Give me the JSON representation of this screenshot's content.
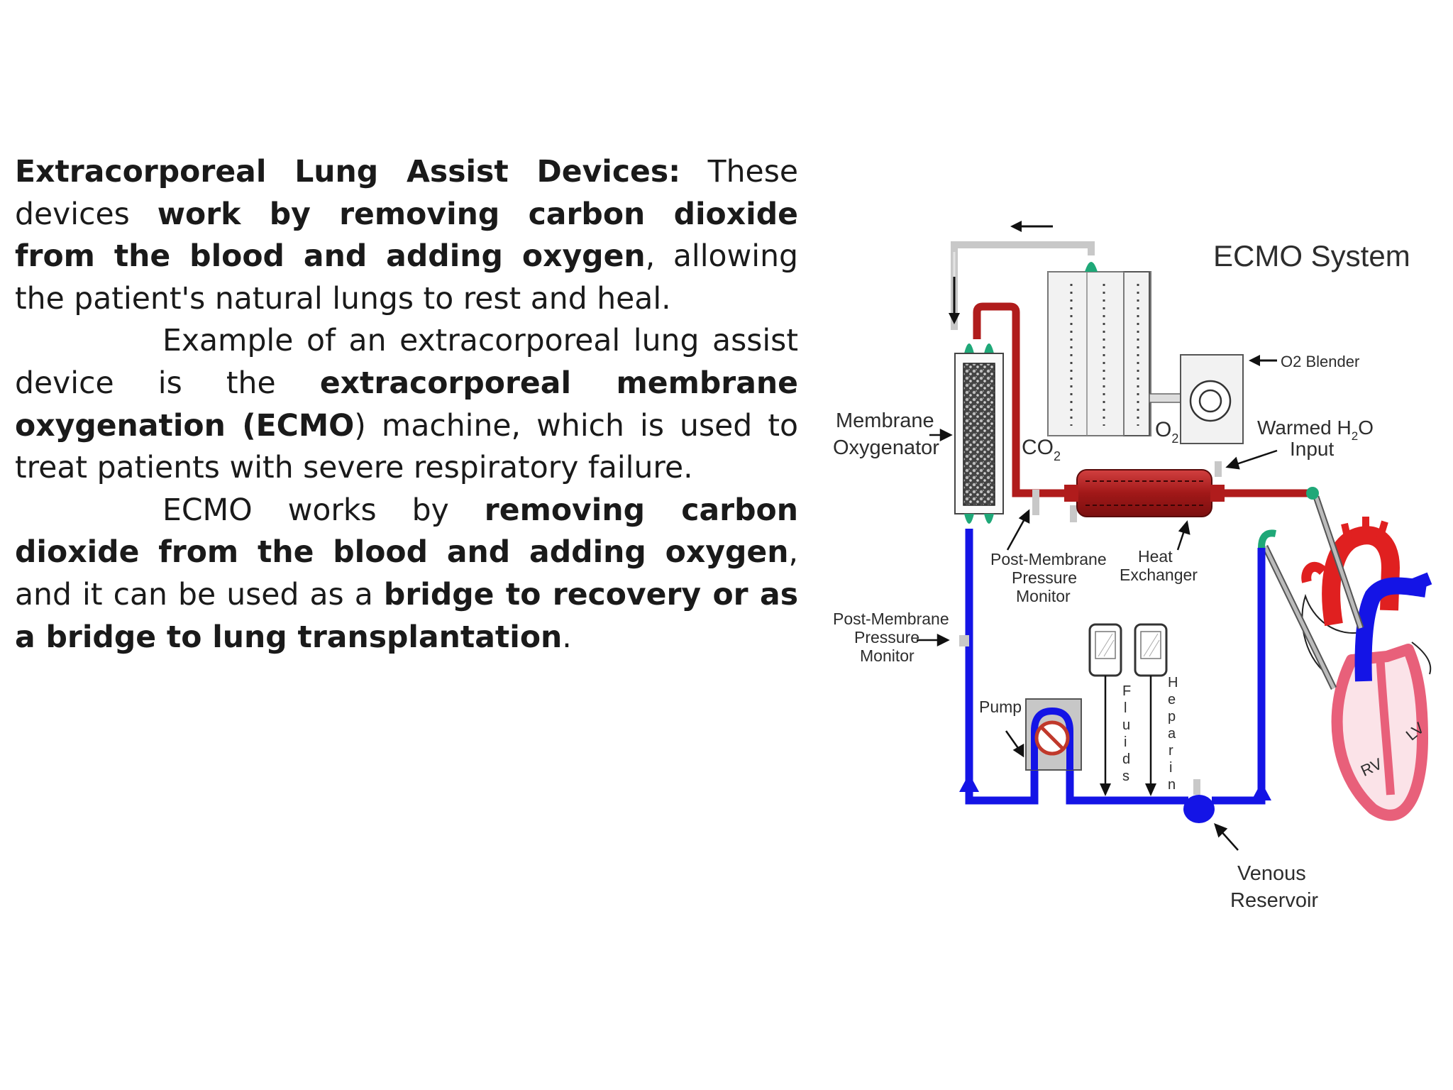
{
  "text": {
    "p1": {
      "s1": "Extracorporeal Lung Assist Devices:",
      "s2": " These devices ",
      "s3": "work by removing carbon dioxide from the blood and adding oxygen",
      "s4": ", allowing the patient's natural lungs to rest and heal."
    },
    "p2": {
      "s1": "Example of an extracorporeal lung assist device is the ",
      "s2": "extracorporeal membrane oxygenation (ECMO",
      "s3": ") machine, which is used to treat patients with severe respiratory failure."
    },
    "p3": {
      "s1": "ECMO works by ",
      "s2": "removing carbon dioxide from the blood and adding oxygen",
      "s3": ", and it can be used as a ",
      "s4": "bridge to recovery or as a bridge to lung transplantation",
      "s5": "."
    }
  },
  "diagram": {
    "title": "ECMO System",
    "o2_blender": "O2 Blender",
    "warmed_h2o_line1": "Warmed H",
    "warmed_h2o_sub": "2",
    "warmed_h2o_tail": "O",
    "warmed_h2o_line2": "Input",
    "membrane_oxygenator_line1": "Membrane",
    "membrane_oxygenator_line2": "Oxygenator",
    "co2_main": "CO",
    "co2_sub": "2",
    "o2_main": "O",
    "o2_sub": "2",
    "post_membrane_top_line1": "Post-Membrane",
    "post_membrane_top_line2": "Pressure",
    "post_membrane_top_line3": "Monitor",
    "heat_exchanger_line1": "Heat",
    "heat_exchanger_line2": "Exchanger",
    "post_membrane_left_line1": "Post-Membrane",
    "post_membrane_left_line2": "Pressure",
    "post_membrane_left_line3": "Monitor",
    "pump": "Pump",
    "fluids": [
      "F",
      "l",
      "u",
      "i",
      "d",
      "s"
    ],
    "heparin": [
      "H",
      "e",
      "p",
      "a",
      "r",
      "i",
      "n"
    ],
    "venous_reservoir_line1": "Venous",
    "venous_reservoir_line2": "Reservoir",
    "rv": "RV",
    "lv": "LV",
    "colors": {
      "venous_blue": "#1414e6",
      "arterial_red": "#b01c1c",
      "heart_pink": "#e8607a",
      "connector_green": "#1fa878"
    }
  }
}
